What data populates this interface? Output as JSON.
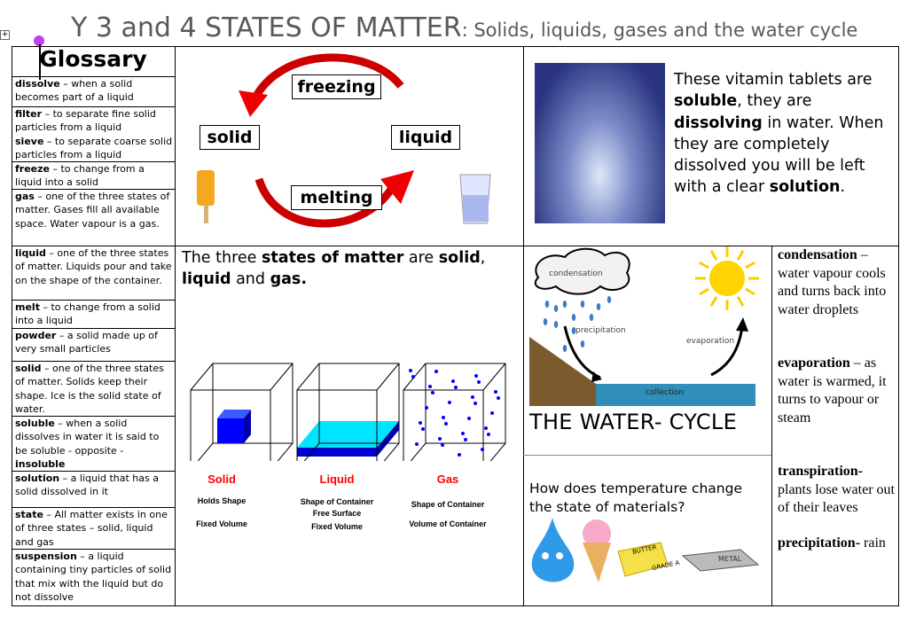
{
  "title": {
    "main": "Y 3 and 4 STATES OF MATTER",
    "sub": ": Solids, liquids, gases and the water cycle"
  },
  "glossary": {
    "heading": "Glossary",
    "items": [
      {
        "term": "dissolve",
        "def": " – when a solid becomes part of a liquid"
      },
      {
        "term": "filter",
        "def": " – to separate fine solid particles from a liquid"
      },
      {
        "term": "sieve",
        "def": " – to separate coarse solid particles from a liquid"
      },
      {
        "term": "freeze",
        "def": " – to change from a liquid into a solid"
      },
      {
        "term": "gas",
        "def": " – one of the three states of matter. Gases fill all available space. Water vapour is a gas."
      },
      {
        "term": "liquid",
        "def": " – one of the three states of matter. Liquids pour and take on the shape of the container."
      },
      {
        "term": "melt",
        "def": " – to change from a solid into a liquid"
      },
      {
        "term": "powder",
        "def": " – a solid made up of very small particles"
      },
      {
        "term": "solid",
        "def": " – one of the three states of matter. Solids keep their shape. Ice is the solid state of water."
      },
      {
        "term": "soluble",
        "def": " – when a solid dissolves in water it is said to be soluble - opposite - ",
        "extra": "insoluble"
      },
      {
        "term": "solution",
        "def": " – a liquid that has a solid dissolved in it"
      },
      {
        "term": "state",
        "def": " – All matter exists in one of three states – solid, liquid and gas"
      },
      {
        "term": "suspension",
        "def": " – a liquid containing tiny particles of solid that mix with the liquid but do not dissolve"
      }
    ]
  },
  "cycle": {
    "freezing": "freezing",
    "solid": "solid",
    "liquid": "liquid",
    "melting": "melting"
  },
  "tablets": {
    "t1": "These vitamin tablets are ",
    "b1": "soluble",
    "t2": ", they are ",
    "b2": "dissolving",
    "t3": " in water. When they are completely dissolved you will be left with a clear ",
    "b3": "solution",
    "t4": "."
  },
  "states": {
    "t1": "The three ",
    "b1": "states of matter",
    "t2": " are ",
    "b2": "solid",
    "t3": ", ",
    "b3": "liquid",
    "t4": " and ",
    "b4": "gas.",
    "cols": [
      {
        "name": "Solid",
        "l1": "Holds Shape",
        "l2": "Fixed Volume"
      },
      {
        "name": "Liquid",
        "l1": "Shape of Container",
        "l1b": "Free Surface",
        "l2": "Fixed Volume"
      },
      {
        "name": "Gas",
        "l1": "Shape of Container",
        "l2": "Volume of Container"
      }
    ]
  },
  "water": {
    "condensation": "condensation",
    "precipitation": "precipitation",
    "evaporation": "evaporation",
    "collection": "collection",
    "title": "THE WATER- CYCLE"
  },
  "question": "How does temperature change the state of materials?",
  "images": {
    "butter": "BUTTER",
    "grade": "GRADE A",
    "metal": "METAL"
  },
  "defs": [
    {
      "term": "condensation",
      "def": " – water vapour cools and turns back into water droplets"
    },
    {
      "term": "evaporation",
      "def": " – as water is warmed, it turns to vapour or steam"
    },
    {
      "term": "transpiration-",
      "def": " plants lose water out of their leaves"
    },
    {
      "term": "precipitation-",
      "def": " rain"
    }
  ],
  "colors": {
    "arrow": "#e00000",
    "cube": "#0000ff",
    "liquid": "#00e5ff",
    "title": "#595959"
  }
}
